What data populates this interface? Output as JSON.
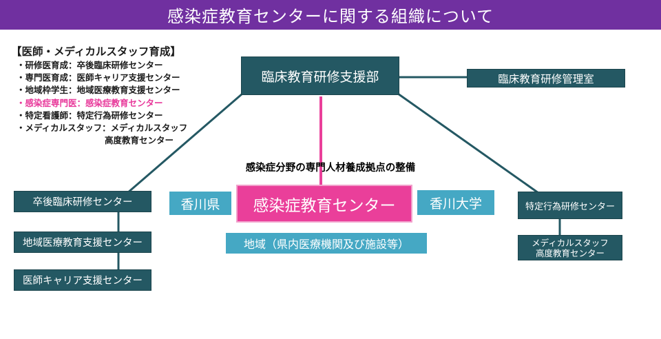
{
  "title": "感染症教育センターに関する組織について",
  "list": {
    "heading": "【医師・メディカルスタッフ育成】",
    "items": [
      "・研修医育成：卒後臨床研修センター",
      "・専門医育成：医師キャリア支援センター",
      "・地域枠学生：地域医療教育支援センター",
      "・感染症専門医：感染症教育センター",
      "・特定看護師：特定行為研修センター",
      "・メディカルスタッフ：メディカルスタッフ"
    ],
    "continuation": "高度教育センター",
    "highlight_color": "#e8389a"
  },
  "nodes": {
    "main_dept": "臨床教育研修支援部",
    "mgmt_office": "臨床教育研修管理室",
    "subtitle": "感染症分野の専門人材養成拠点の整備",
    "center": "感染症教育センター",
    "kagawa_pref": "香川県",
    "kagawa_univ": "香川大学",
    "community": "地域（県内医療機関及び施設等）",
    "postgrad": "卒後臨床研修センター",
    "regional": "地域医療教育支援センター",
    "career": "医師キャリア支援センター",
    "specified": "特定行為研修センター",
    "medstaff_line1": "メディカルスタッフ",
    "medstaff_line2": "高度教育センター"
  },
  "colors": {
    "title_bar": "#7030a0",
    "dark_box": "#245863",
    "light_box": "#45a8c4",
    "center_box": "#ea3f9a"
  }
}
